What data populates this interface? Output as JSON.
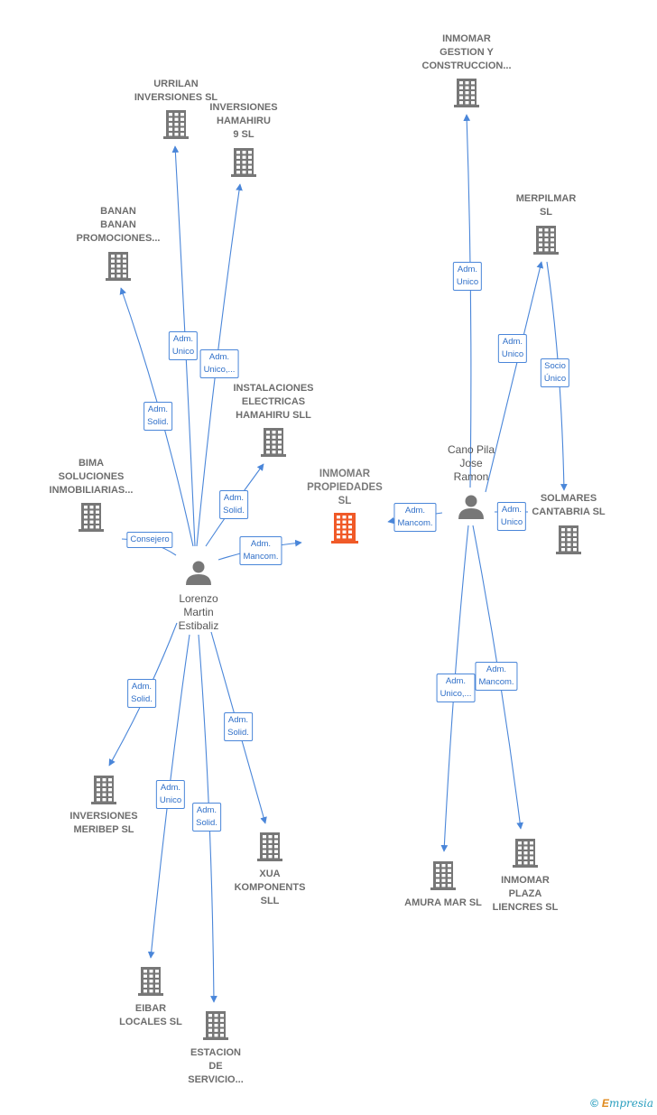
{
  "colors": {
    "edge": "#4a86d9",
    "building": "#777777",
    "focus": "#f05a28",
    "person": "#777777"
  },
  "companies": [
    {
      "id": "inmomar_propiedades",
      "label": "INMOMAR\nPROPIEDADES\nSL",
      "focus": true
    },
    {
      "id": "urrilan",
      "label": "URRILAN\nINVERSIONES SL"
    },
    {
      "id": "hamahiru",
      "label": "INVERSIONES\nHAMAHIRU\n9  SL"
    },
    {
      "id": "banan",
      "label": "BANAN\nBANAN\nPROMOCIONES..."
    },
    {
      "id": "instalaciones",
      "label": "INSTALACIONES\nELECTRICAS\nHAMAHIRU  SLL"
    },
    {
      "id": "bima",
      "label": "BIMA\nSOLUCIONES\nINMOBILIARIAS..."
    },
    {
      "id": "meribep",
      "label": "INVERSIONES\nMERIBEP SL"
    },
    {
      "id": "xua",
      "label": "XUA\nKOMPONENTS\nSLL"
    },
    {
      "id": "eibar",
      "label": "EIBAR\nLOCALES  SL"
    },
    {
      "id": "estacion",
      "label": "ESTACION\nDE\nSERVICIO..."
    },
    {
      "id": "inmomar_gestion",
      "label": "INMOMAR\nGESTION Y\nCONSTRUCCION..."
    },
    {
      "id": "merpilmar",
      "label": "MERPILMAR\nSL"
    },
    {
      "id": "solmares",
      "label": "SOLMARES\nCANTABRIA  SL"
    },
    {
      "id": "amura",
      "label": "AMURA MAR SL"
    },
    {
      "id": "inmomar_plaza",
      "label": "INMOMAR\nPLAZA\nLIENCRES  SL"
    }
  ],
  "persons": [
    {
      "id": "lorenzo",
      "label": "Lorenzo\nMartin\nEstibaliz"
    },
    {
      "id": "cano",
      "label": "Cano Pila\nJose\nRamon"
    }
  ],
  "edges": [
    {
      "id": "l-urrilan",
      "label": "Adm.\nUnico"
    },
    {
      "id": "l-hamahiru",
      "label": "Adm.\nUnico,..."
    },
    {
      "id": "l-banan",
      "label": "Adm.\nSolid."
    },
    {
      "id": "l-instalaciones",
      "label": "Adm.\nSolid."
    },
    {
      "id": "l-bima",
      "label": "Consejero"
    },
    {
      "id": "l-propiedades",
      "label": "Adm.\nMancom."
    },
    {
      "id": "l-meribep",
      "label": "Adm.\nSolid."
    },
    {
      "id": "l-xua",
      "label": "Adm.\nSolid."
    },
    {
      "id": "l-eibar",
      "label": "Adm.\nUnico"
    },
    {
      "id": "l-estacion",
      "label": "Adm.\nSolid."
    },
    {
      "id": "c-gestion",
      "label": "Adm.\nUnico"
    },
    {
      "id": "c-merpilmar",
      "label": "Adm.\nUnico"
    },
    {
      "id": "m-solmares",
      "label": "Socio\nÚnico"
    },
    {
      "id": "c-solmares",
      "label": "Adm.\nUnico"
    },
    {
      "id": "c-propiedades",
      "label": "Adm.\nMancom."
    },
    {
      "id": "c-amura",
      "label": "Adm.\nUnico,..."
    },
    {
      "id": "c-plaza",
      "label": "Adm.\nMancom."
    }
  ],
  "footer": {
    "copyright": "©",
    "brand_initial": "E",
    "brand_rest": "mpresia"
  }
}
